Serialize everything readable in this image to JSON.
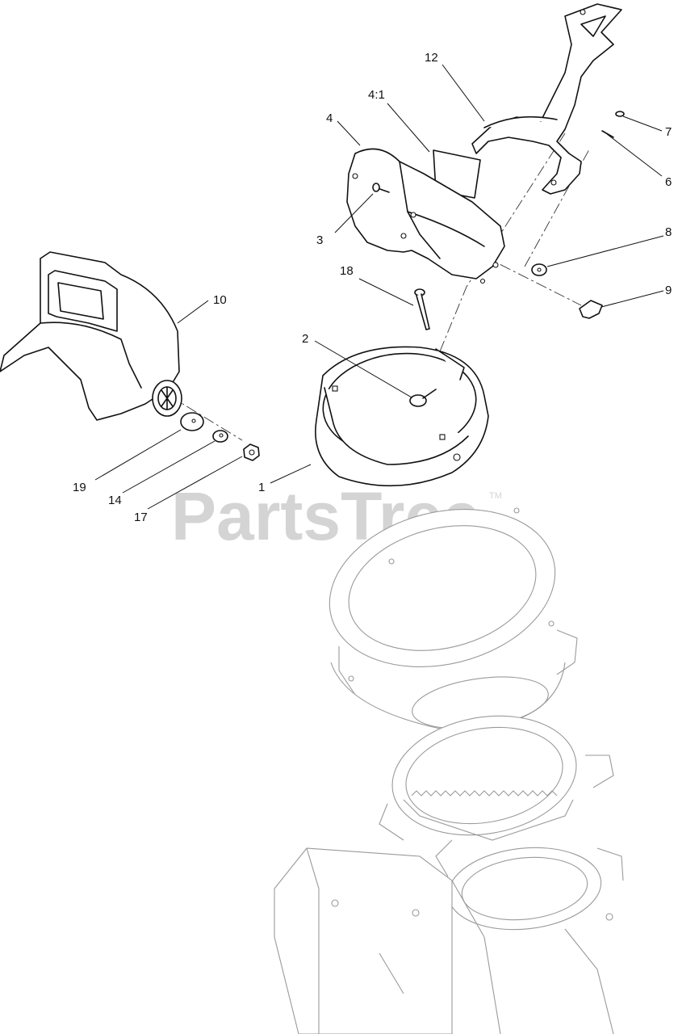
{
  "watermark": {
    "text": "PartsTree",
    "trademark": "TM"
  },
  "callouts": [
    {
      "id": "c1",
      "label": "1"
    },
    {
      "id": "c2",
      "label": "2"
    },
    {
      "id": "c3",
      "label": "3"
    },
    {
      "id": "c4",
      "label": "4"
    },
    {
      "id": "c41",
      "label": "4:1"
    },
    {
      "id": "c6",
      "label": "6"
    },
    {
      "id": "c7",
      "label": "7"
    },
    {
      "id": "c8",
      "label": "8"
    },
    {
      "id": "c9",
      "label": "9"
    },
    {
      "id": "c10",
      "label": "10"
    },
    {
      "id": "c12",
      "label": "12"
    },
    {
      "id": "c14",
      "label": "14"
    },
    {
      "id": "c17",
      "label": "17"
    },
    {
      "id": "c18",
      "label": "18"
    },
    {
      "id": "c19",
      "label": "19"
    }
  ]
}
